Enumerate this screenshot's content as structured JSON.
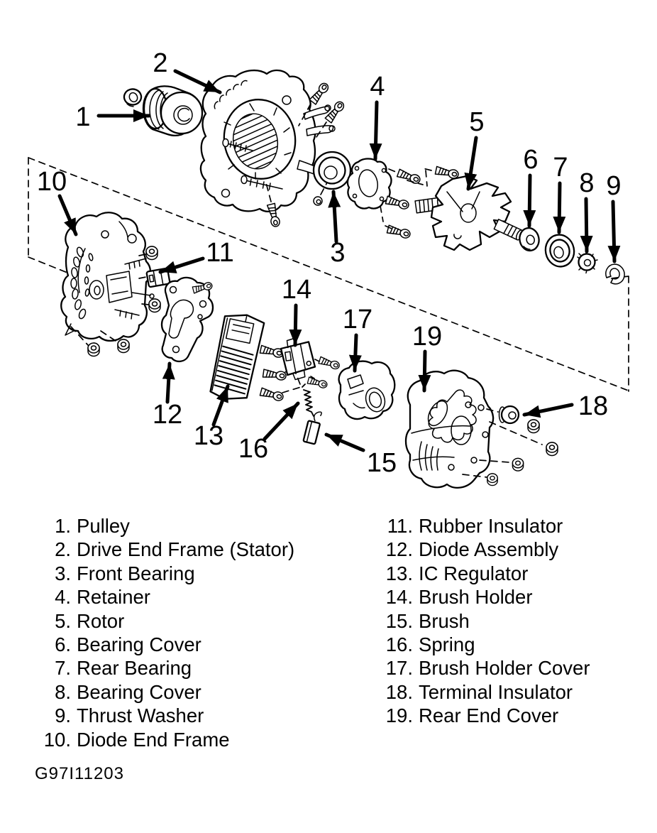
{
  "colors": {
    "ink": "#000000",
    "paper": "#ffffff"
  },
  "diagram": {
    "description": "Alternator exploded view",
    "callouts": [
      "1",
      "2",
      "3",
      "4",
      "5",
      "6",
      "7",
      "8",
      "9",
      "10",
      "11",
      "12",
      "13",
      "14",
      "15",
      "16",
      "17",
      "18",
      "19"
    ]
  },
  "legend": {
    "left": [
      {
        "num": "1.",
        "label": "Pulley"
      },
      {
        "num": "2.",
        "label": "Drive End Frame (Stator)"
      },
      {
        "num": "3.",
        "label": "Front Bearing"
      },
      {
        "num": "4.",
        "label": "Retainer"
      },
      {
        "num": "5.",
        "label": "Rotor"
      },
      {
        "num": "6.",
        "label": "Bearing Cover"
      },
      {
        "num": "7.",
        "label": "Rear Bearing"
      },
      {
        "num": "8.",
        "label": "Bearing Cover"
      },
      {
        "num": "9.",
        "label": "Thrust Washer"
      },
      {
        "num": "10.",
        "label": "Diode End Frame"
      }
    ],
    "right": [
      {
        "num": "11.",
        "label": "Rubber Insulator"
      },
      {
        "num": "12.",
        "label": "Diode Assembly"
      },
      {
        "num": "13.",
        "label": "IC Regulator"
      },
      {
        "num": "14.",
        "label": "Brush Holder"
      },
      {
        "num": "15.",
        "label": "Brush"
      },
      {
        "num": "16.",
        "label": "Spring"
      },
      {
        "num": "17.",
        "label": "Brush Holder Cover"
      },
      {
        "num": "18.",
        "label": "Terminal Insulator"
      },
      {
        "num": "19.",
        "label": "Rear End Cover"
      }
    ]
  },
  "figure_code": "G97I11203"
}
